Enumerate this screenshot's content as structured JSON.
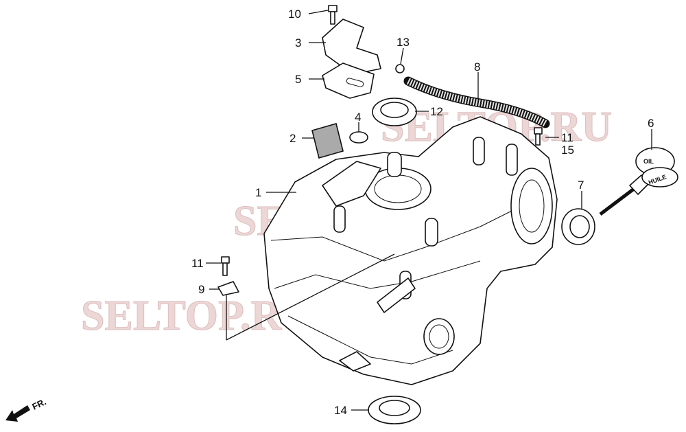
{
  "diagram": {
    "callouts": {
      "c10": "10",
      "c3": "3",
      "c5": "5",
      "c13": "13",
      "c8": "8",
      "c12": "12",
      "c2": "2",
      "c4": "4",
      "c11a": "11",
      "c15": "15",
      "c6": "6",
      "c1": "1",
      "c7": "7",
      "c11b": "11",
      "c9": "9",
      "c14": "14"
    },
    "direction_marker": "FR.",
    "cap_text": {
      "top": "OIL",
      "bottom": "HUILE"
    },
    "watermark": "SELTOP.RU"
  }
}
